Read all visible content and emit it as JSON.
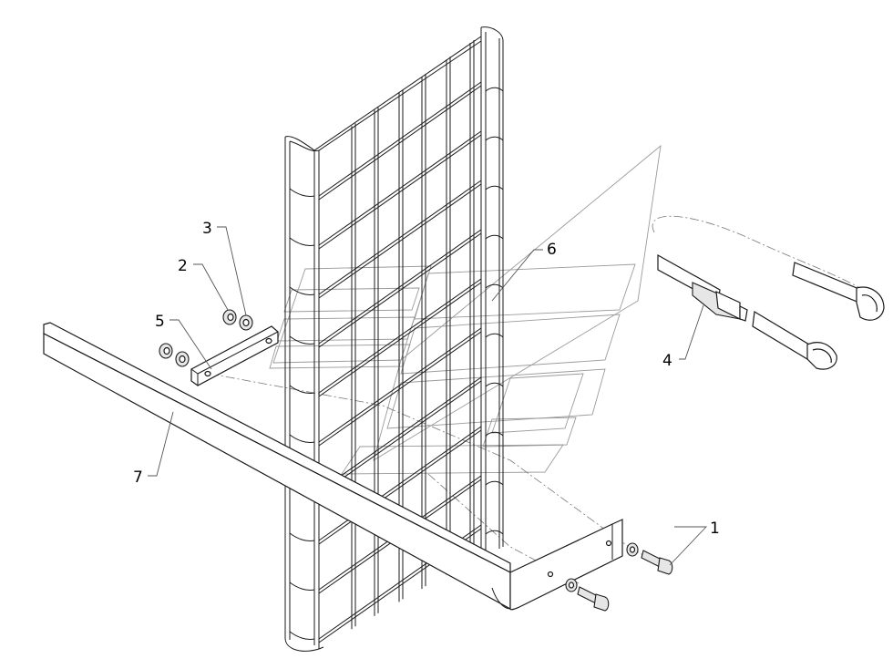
{
  "callouts": [
    {
      "number": "1",
      "part": "bolt"
    },
    {
      "number": "2",
      "part": "nut"
    },
    {
      "number": "3",
      "part": "washer"
    },
    {
      "number": "4",
      "part": "strap-with-buckle"
    },
    {
      "number": "5",
      "part": "clamp-plate"
    },
    {
      "number": "6",
      "part": "wire-mesh-guard"
    },
    {
      "number": "7",
      "part": "support-bracket"
    }
  ]
}
